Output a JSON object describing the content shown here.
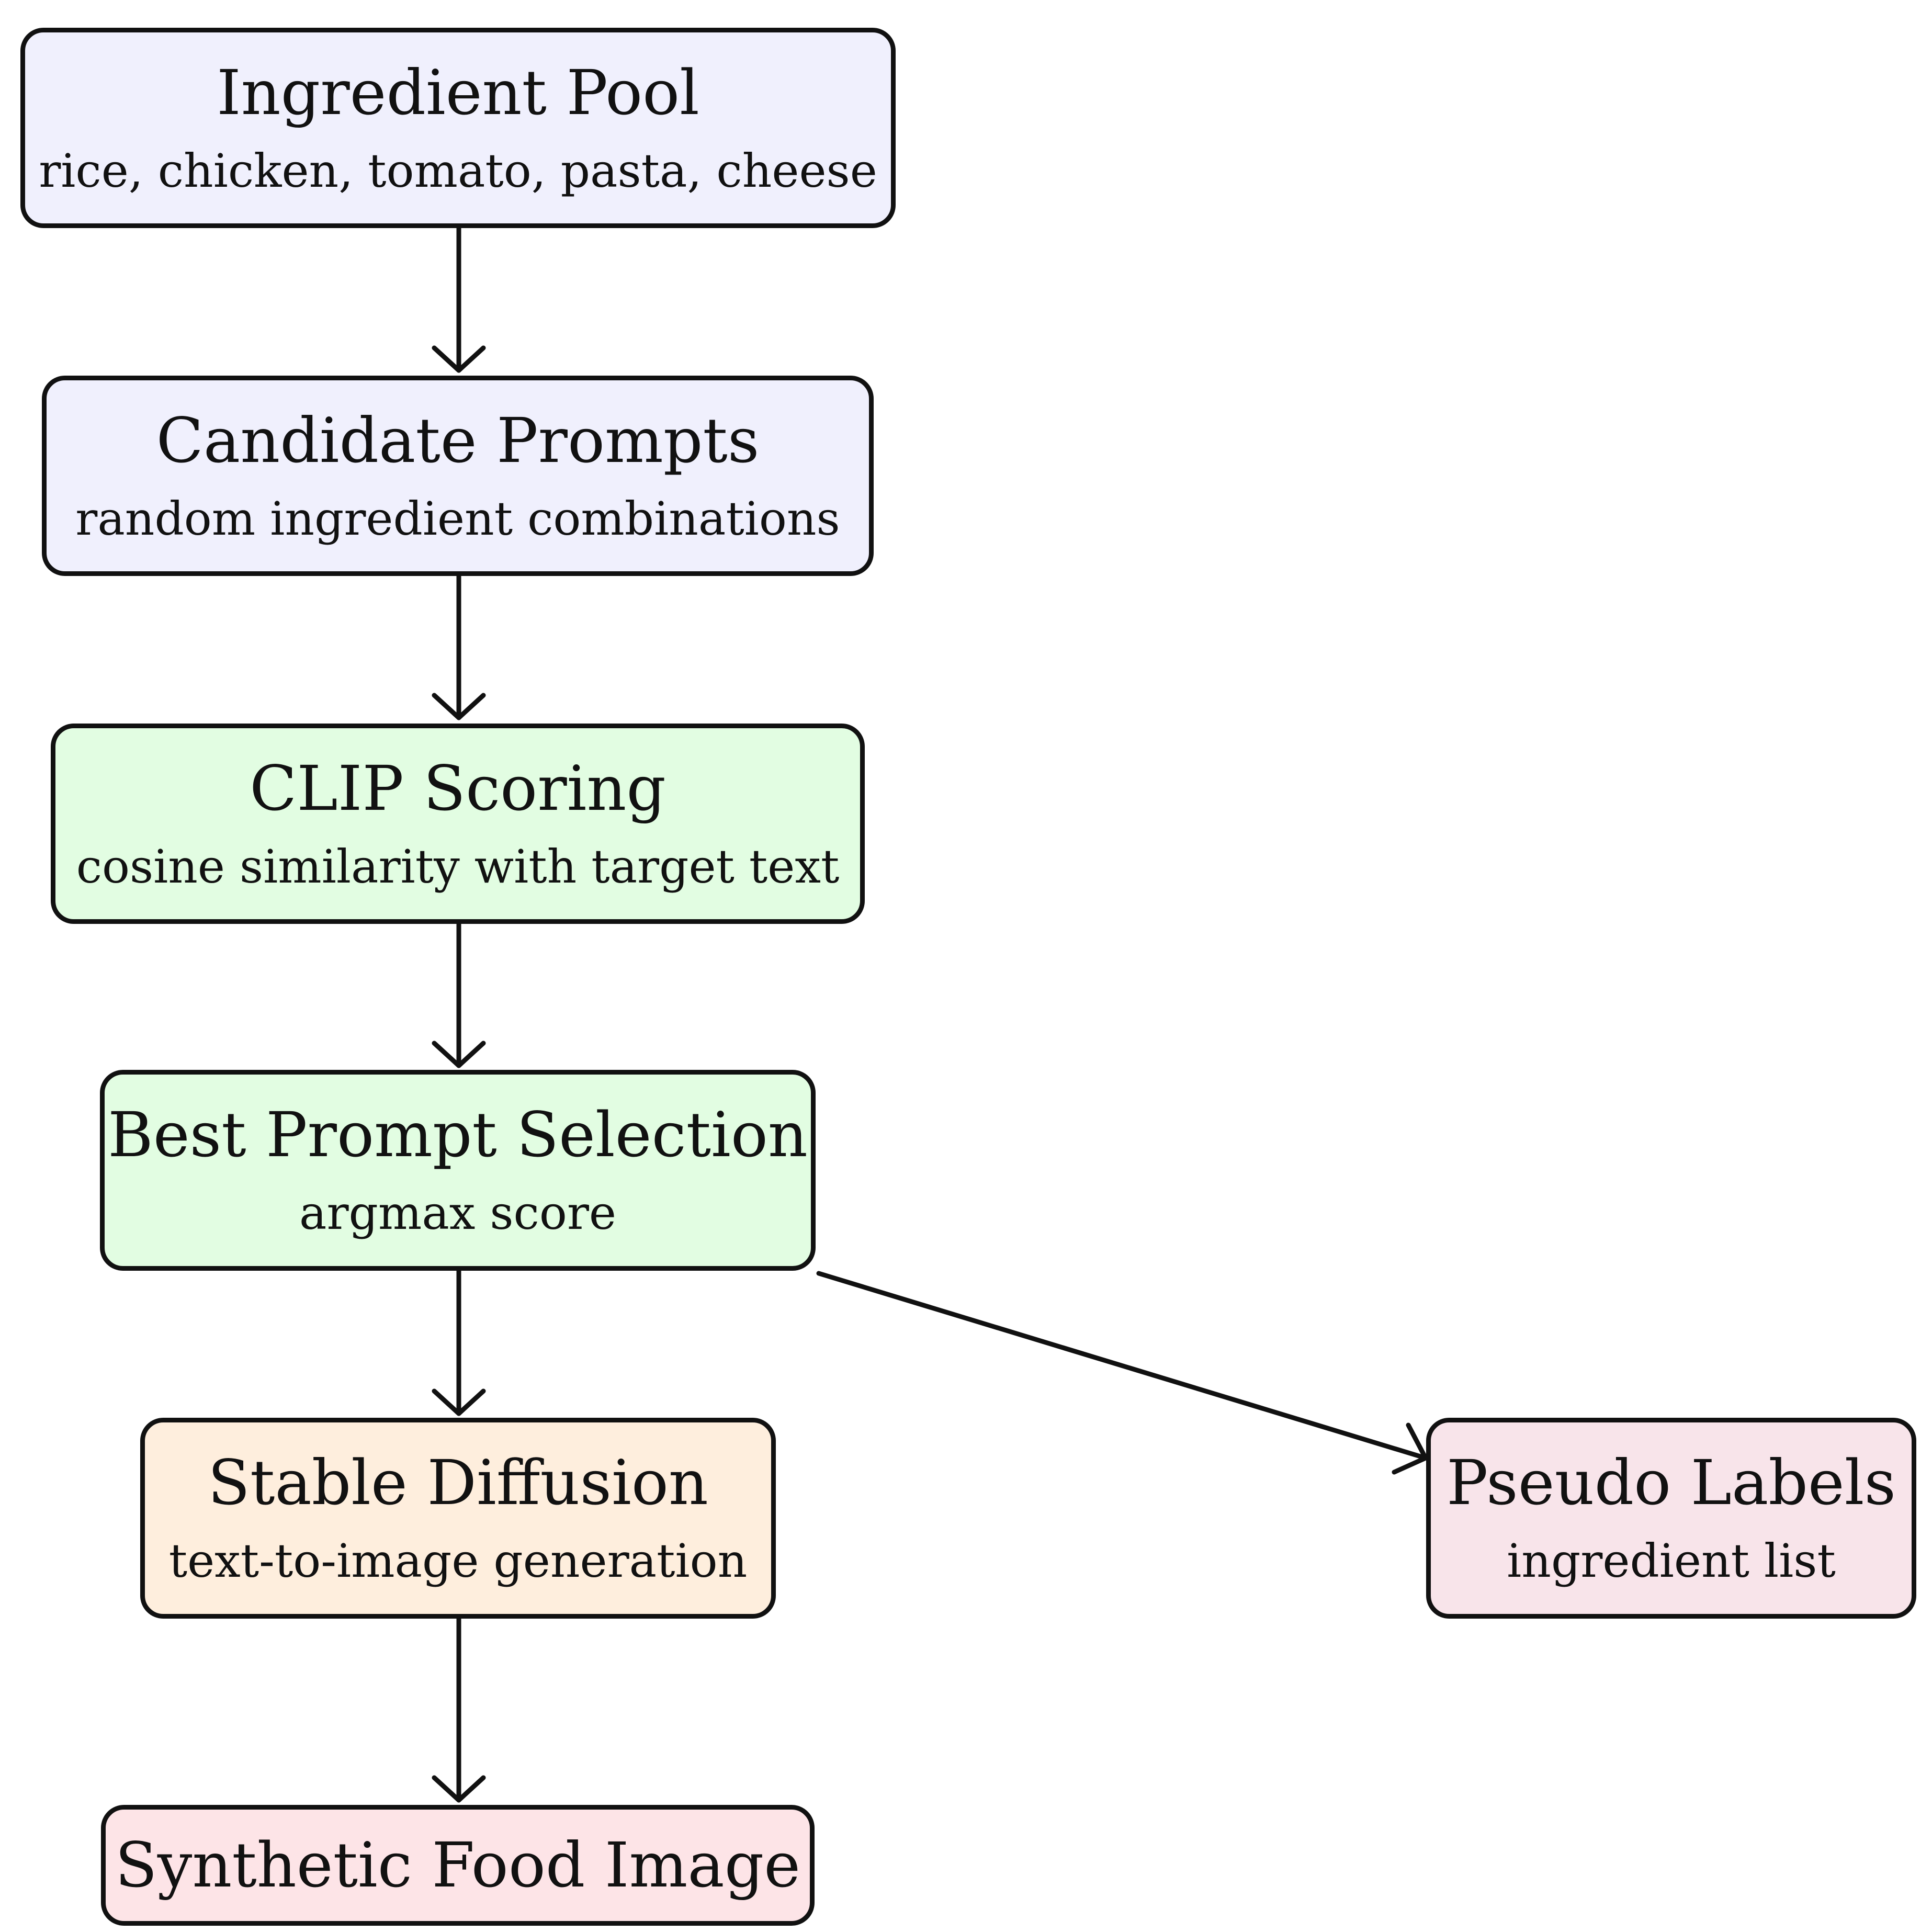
{
  "nodes": {
    "ingredient_pool": {
      "title": "Ingredient Pool",
      "subtitle": "rice, chicken, tomato, pasta, cheese",
      "fill": "#f0f0fd"
    },
    "candidate_prompts": {
      "title": "Candidate Prompts",
      "subtitle": "random ingredient combinations",
      "fill": "#f0f0fd"
    },
    "clip_scoring": {
      "title": "CLIP Scoring",
      "subtitle": "cosine similarity with target text",
      "fill": "#e2fde2"
    },
    "best_prompt": {
      "title": "Best Prompt Selection",
      "subtitle": "argmax score",
      "fill": "#e2fde2"
    },
    "stable_diffusion": {
      "title": "Stable Diffusion",
      "subtitle": "text-to-image generation",
      "fill": "#feeedd"
    },
    "pseudo_labels": {
      "title": "Pseudo Labels",
      "subtitle": "ingredient list",
      "fill": "#f8e4ea"
    },
    "synthetic_image": {
      "title": "Synthetic Food Image",
      "fill": "#fde4e7"
    }
  },
  "edges": [
    {
      "from": "ingredient_pool",
      "to": "candidate_prompts"
    },
    {
      "from": "candidate_prompts",
      "to": "clip_scoring"
    },
    {
      "from": "clip_scoring",
      "to": "best_prompt"
    },
    {
      "from": "best_prompt",
      "to": "stable_diffusion"
    },
    {
      "from": "best_prompt",
      "to": "pseudo_labels"
    },
    {
      "from": "stable_diffusion",
      "to": "synthetic_image"
    }
  ]
}
